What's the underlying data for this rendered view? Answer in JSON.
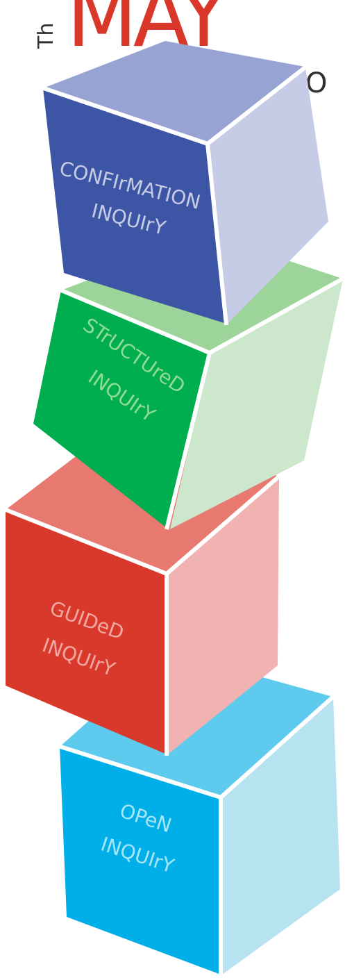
{
  "header": {
    "prefix_text": "Th",
    "word_text": "MAY",
    "trailing_text": "O"
  },
  "colors": {
    "header_prefix": "#2f2f2f",
    "header_word": "#d9372a",
    "header_trailing": "#2f2f2f",
    "edge": "#ffffff"
  },
  "cubes": [
    {
      "id": "confirmation",
      "line1": "CONFIrMATION",
      "line2": "INQUIrY",
      "front_color": "#3d55a5",
      "top_color": "#97a3d3",
      "side_color": "#c7cce6",
      "text_color": "#c7cce6"
    },
    {
      "id": "structured",
      "line1": "STrUCTUreD",
      "line2": "INQUIrY",
      "front_color": "#00ae4f",
      "top_color": "#9dd49a",
      "side_color": "#cce7cb",
      "text_color": "#8fdd93"
    },
    {
      "id": "guided",
      "line1": "GUIDeD",
      "line2": "INQUIrY",
      "front_color": "#d9392a",
      "top_color": "#e87970",
      "side_color": "#f0b3b1",
      "text_color": "#f2a8a2"
    },
    {
      "id": "open",
      "line1": "OPeN",
      "line2": "INQUIrY",
      "front_color": "#00aee8",
      "top_color": "#5dcaee",
      "side_color": "#b7e2f0",
      "text_color": "#a7e6f8"
    }
  ]
}
